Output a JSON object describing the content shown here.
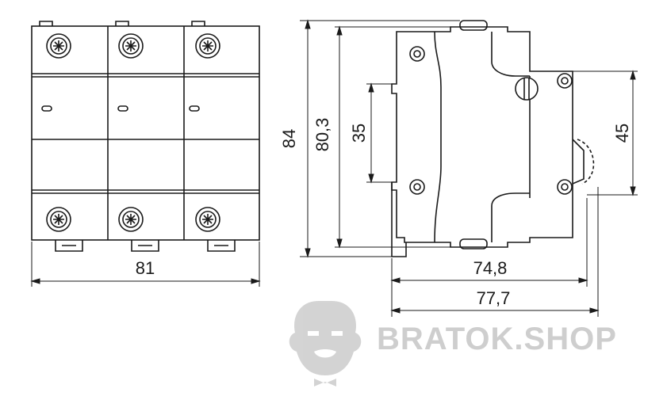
{
  "dimensions": {
    "front_width": "81",
    "overall_height": "84",
    "body_height": "80,3",
    "din_rail": "35",
    "front_height": "45",
    "depth_body": "74,8",
    "depth_total": "77,7"
  },
  "watermark": {
    "text": "BRATOK.SHOP"
  }
}
